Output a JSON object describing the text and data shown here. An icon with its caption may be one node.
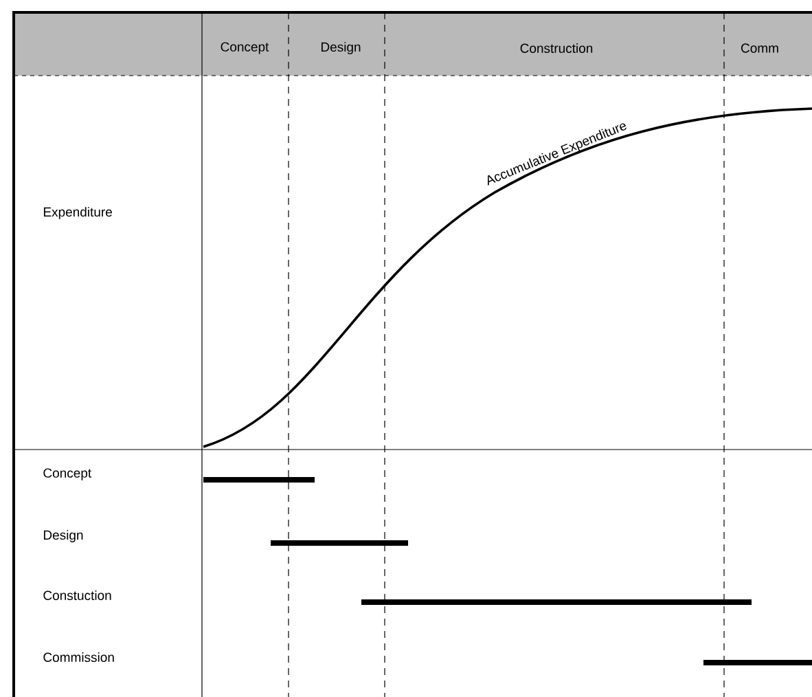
{
  "diagram": {
    "labels": [
      "Concept",
      "Design",
      "Construction",
      "Comm",
      "Expenditure",
      "Accumulative Expenditure",
      "Concept",
      "Design",
      "Constuction",
      "Commission"
    ]
  }
}
